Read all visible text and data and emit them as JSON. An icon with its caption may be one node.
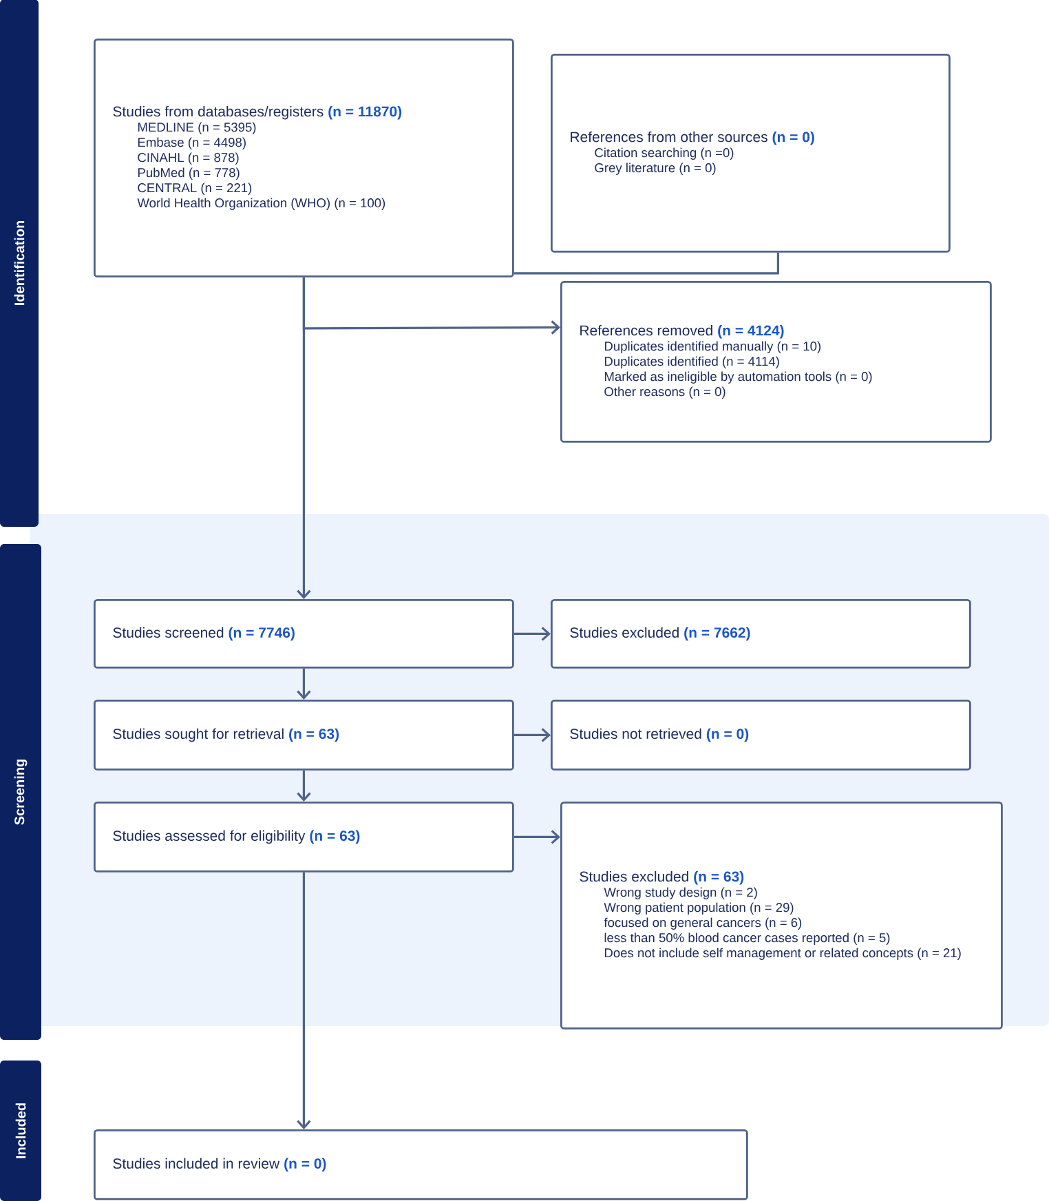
{
  "diagram": {
    "nodes": [
      {
        "text": [
          "Identification"
        ]
      },
      {
        "text": [
          "Screening"
        ]
      },
      {
        "text": [
          "Included"
        ]
      },
      {
        "text": [
          "Studies from databases/registers **(n = 11870)**",
          "MEDLINE (n = 5395)",
          "Embase (n = 4498)",
          "CINAHL (n = 878)",
          "PubMed (n = 778)",
          "CENTRAL (n = 221)",
          "World Health Organization (WHO) (n = 100)"
        ]
      },
      {
        "text": [
          "References from other sources **(n = 0)**",
          "Citation searching (n =0)",
          "Grey literature (n = 0)"
        ]
      },
      {
        "text": [
          "References removed **(n = 4124)**",
          "Duplicates identified manually (n = 10)",
          "Duplicates identified (n = 4114)",
          "Marked as ineligible by automation tools (n = 0)",
          "Other reasons (n = 0)"
        ]
      },
      {
        "text": [
          "Studies screened **(n = 7746)**"
        ]
      },
      {
        "text": [
          "Studies excluded **(n = 7662)**"
        ]
      },
      {
        "text": [
          "Studies sought for retrieval **(n = 63)**"
        ]
      },
      {
        "text": [
          "Studies not retrieved **(n = 0)**"
        ]
      },
      {
        "text": [
          "Studies assessed for eligibility **(n = 63)**"
        ]
      },
      {
        "text": [
          "Studies excluded **(n = 63)**",
          "Wrong study design (n = 2)",
          "Wrong patient population (n = 29)",
          "focused on general cancers (n = 6)",
          "less than 50% blood cancer cases reported (n = 5)",
          "Does not include self management or related concepts (n = 21)"
        ]
      },
      {
        "text": [
          "Studies included in review **(n = 0)**"
        ]
      }
    ],
    "edges": [
      {
        "from": 4,
        "to": 3,
        "arrow": "none"
      },
      {
        "from": 3,
        "to": 5,
        "arrow": "to"
      },
      {
        "from": 3,
        "to": 6,
        "arrow": "to"
      },
      {
        "from": 6,
        "to": 7,
        "arrow": "to"
      },
      {
        "from": 6,
        "to": 8,
        "arrow": "to"
      },
      {
        "from": 8,
        "to": 9,
        "arrow": "to"
      },
      {
        "from": 8,
        "to": 10,
        "arrow": "to"
      },
      {
        "from": 10,
        "to": 11,
        "arrow": "to"
      },
      {
        "from": 10,
        "to": 12,
        "arrow": "to"
      }
    ]
  }
}
